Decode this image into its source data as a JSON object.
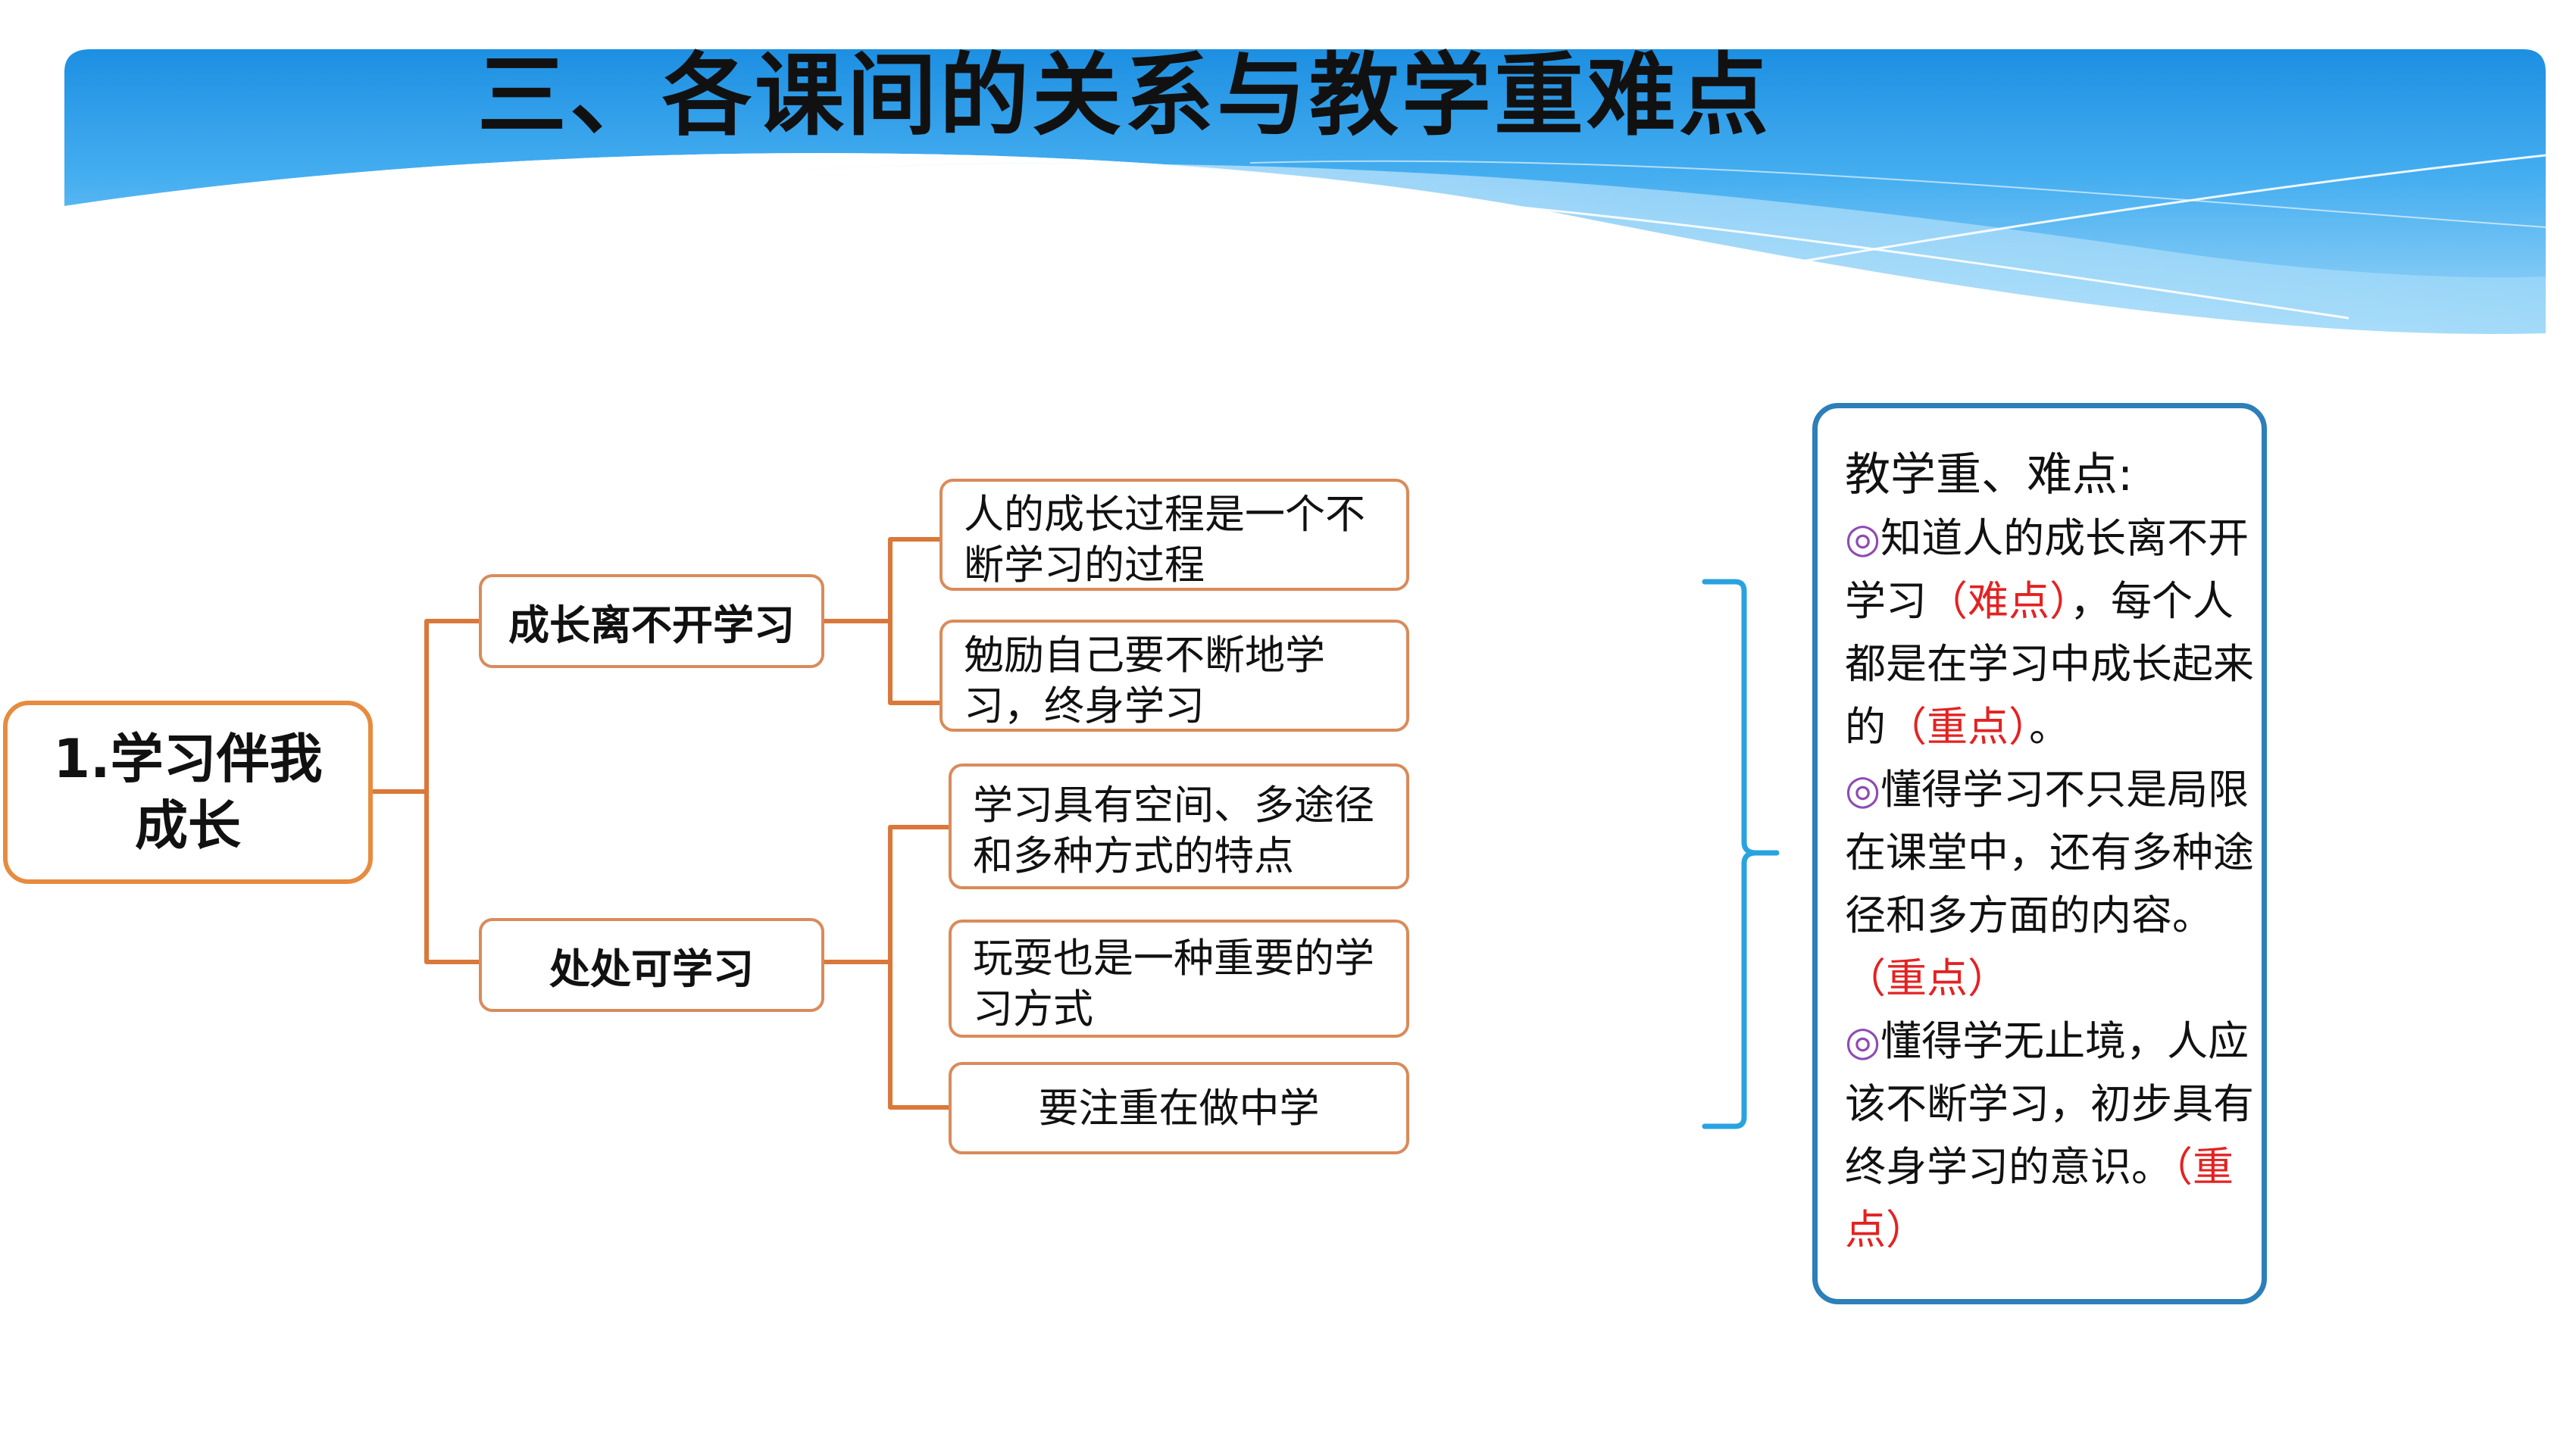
{
  "title": "三、各课间的关系与教学重难点",
  "tree": {
    "root": "1.学习伴我成长",
    "branches": [
      {
        "label": "成长离不开学习",
        "leaves": [
          "人的成长过程是一个不断学习的过程",
          "勉励自己要不断地学习，终身学习"
        ]
      },
      {
        "label": "处处可学习",
        "leaves": [
          "学习具有空间、多途径和多种方式的特点",
          "玩耍也是一种重要的学习方式",
          "要注重在做中学"
        ]
      }
    ]
  },
  "panel": {
    "heading": "教学重、难点:",
    "bullet": "◎",
    "items": [
      {
        "text1": "知道人的成长离不开学习",
        "tag1": "（难点）",
        "text2": "，每个人都是在学习中成长起来的",
        "tag2": "（重点）",
        "text3": "。"
      },
      {
        "text1": "懂得学习不只是局限在课堂中，还有多种途径和多方面的内容。",
        "tag1": "（重点）"
      },
      {
        "text1": "懂得学无止境，人应该不断学习，初步具有终身学习的意识。",
        "tag1": "（重点）"
      }
    ]
  },
  "colors": {
    "connector": "#d9783a",
    "box_border": "#d98b5a",
    "root_border": "#e78b3f",
    "bracket": "#29a3e0",
    "panel_border": "#2c7fb8",
    "highlight": "#e32222",
    "bullet": "#8e4bb5",
    "banner_top": "#1b8fe0",
    "banner_light": "#b8e3fb"
  }
}
